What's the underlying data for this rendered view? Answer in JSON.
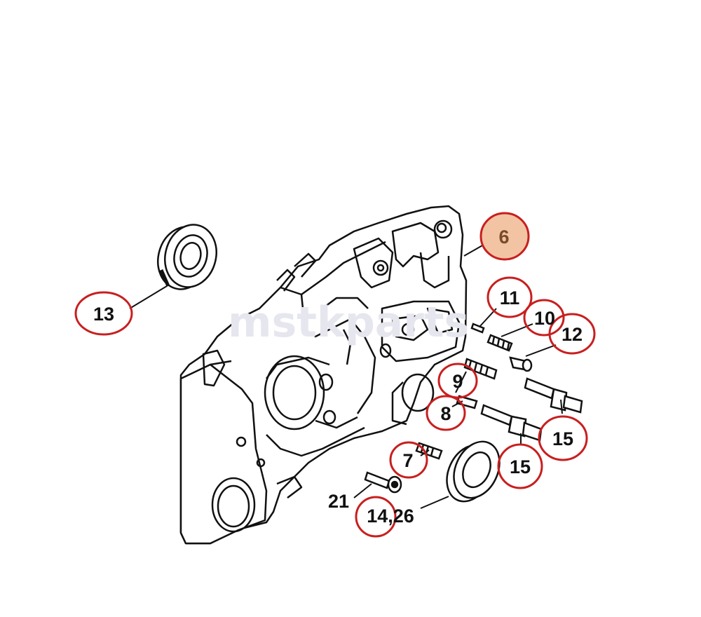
{
  "watermark": "mstkparts",
  "circle_color": "#c81f1f",
  "highlight_fill": "#f2c4a3",
  "callouts": [
    {
      "id": "13",
      "label": "13"
    },
    {
      "id": "6",
      "label": "6"
    },
    {
      "id": "11",
      "label": "11"
    },
    {
      "id": "10",
      "label": "10"
    },
    {
      "id": "12",
      "label": "12"
    },
    {
      "id": "9",
      "label": "9"
    },
    {
      "id": "8",
      "label": "8"
    },
    {
      "id": "15a",
      "label": "15"
    },
    {
      "id": "15b",
      "label": "15"
    },
    {
      "id": "7",
      "label": "7"
    },
    {
      "id": "21",
      "label": "21"
    },
    {
      "id": "14-26",
      "label": "14,26"
    }
  ]
}
